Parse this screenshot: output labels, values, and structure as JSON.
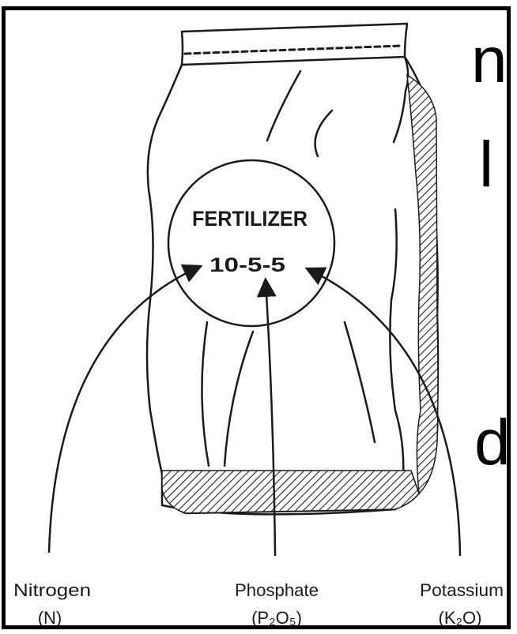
{
  "background_fragments": [
    "n",
    "l",
    "d"
  ],
  "bag": {
    "title": "FERTILIZER",
    "ratio": "10-5-5"
  },
  "labels": [
    {
      "id": "nitrogen",
      "name": "Nitrogen",
      "formula": "(N)"
    },
    {
      "id": "phosphate",
      "name": "Phosphate",
      "formula": "(P₂O₅)"
    },
    {
      "id": "potassium",
      "name": "Potassium",
      "formula": "(K₂O)"
    }
  ],
  "colors": {
    "ink": "#1a1a1a",
    "background": "#ffffff",
    "frame": "#000000"
  }
}
